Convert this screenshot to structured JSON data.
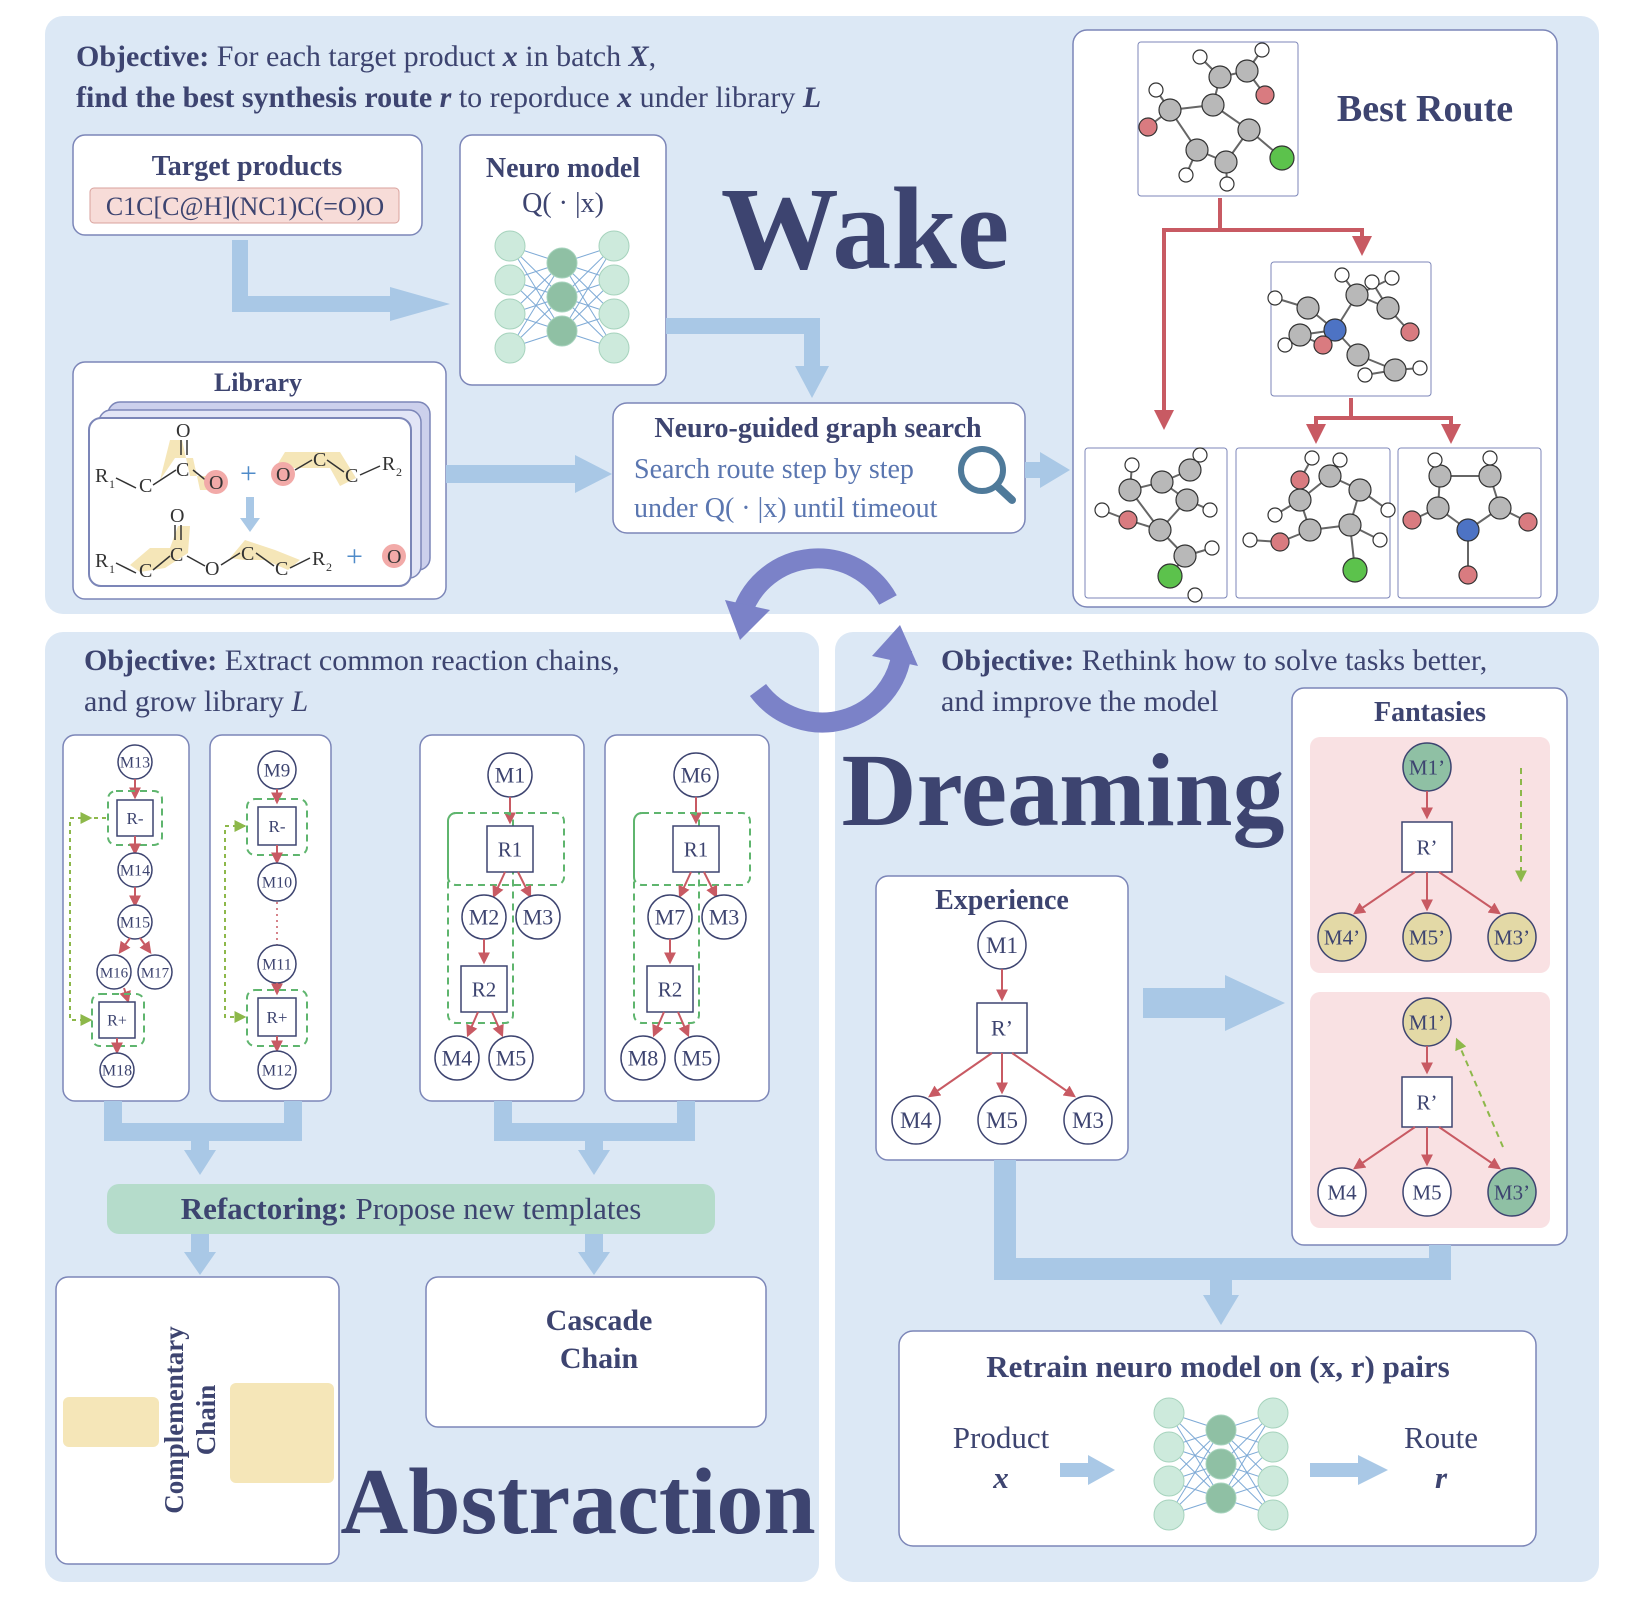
{
  "wake": {
    "big_label": "Wake",
    "objective_bold": "Objective:",
    "objective_text_1": " For each target product ",
    "obj_x": "x",
    "objective_text_2": " in batch ",
    "obj_X": "X",
    "objective_text_3": ",",
    "objective_bold2": "find the best synthesis route ",
    "obj_r": "r",
    "objective_text_4": " to reporduce ",
    "obj_x2": "x",
    "objective_text_5": " under library ",
    "obj_L": "L",
    "target_title": "Target products",
    "target_smiles": "C1C[C@H](NC1)C(=O)O",
    "neuro_title": "Neuro model",
    "neuro_sub": "Q( · |x)",
    "library_title": "Library",
    "search_title": "Neuro-guided graph search",
    "search_line1": "Search route step by step",
    "search_line2": "under Q( · |x) until timeout",
    "best_route": "Best Route"
  },
  "abstraction": {
    "big_label": "Abstraction",
    "objective_bold": "Objective:",
    "objective_text": " Extract common reaction chains,",
    "objective_line2": "and grow library ",
    "obj_L": "L",
    "refactor_bold": "Refactoring:",
    "refactor_text": " Propose new templates",
    "complementary_1": "Complementary",
    "complementary_2": "Chain",
    "cascade_1": "Cascade",
    "cascade_2": "Chain"
  },
  "dreaming": {
    "big_label": "Dreaming",
    "objective_bold": "Objective:",
    "objective_text": " Rethink how to solve tasks better,",
    "objective_line2": "and improve the model",
    "experience_title": "Experience",
    "fantasies_title": "Fantasies",
    "retrain_title": "Retrain neuro model on (x, r) pairs",
    "product_label": "Product",
    "product_var": "x",
    "route_label": "Route",
    "route_var": "r"
  },
  "colors": {
    "panel_bg": "#dce8f5",
    "box_border": "#7c86b8",
    "title_navy": "#3d4470",
    "arrow_blue": "#a9c8e6",
    "red_arrow": "#c85a63",
    "green_dash": "#8db84a",
    "cycle": "#7b82c8",
    "refactor_bg": "#b5dccb",
    "fantasy_bg": "#f9e1e3",
    "yellow_highlight": "#f5e6b8"
  }
}
